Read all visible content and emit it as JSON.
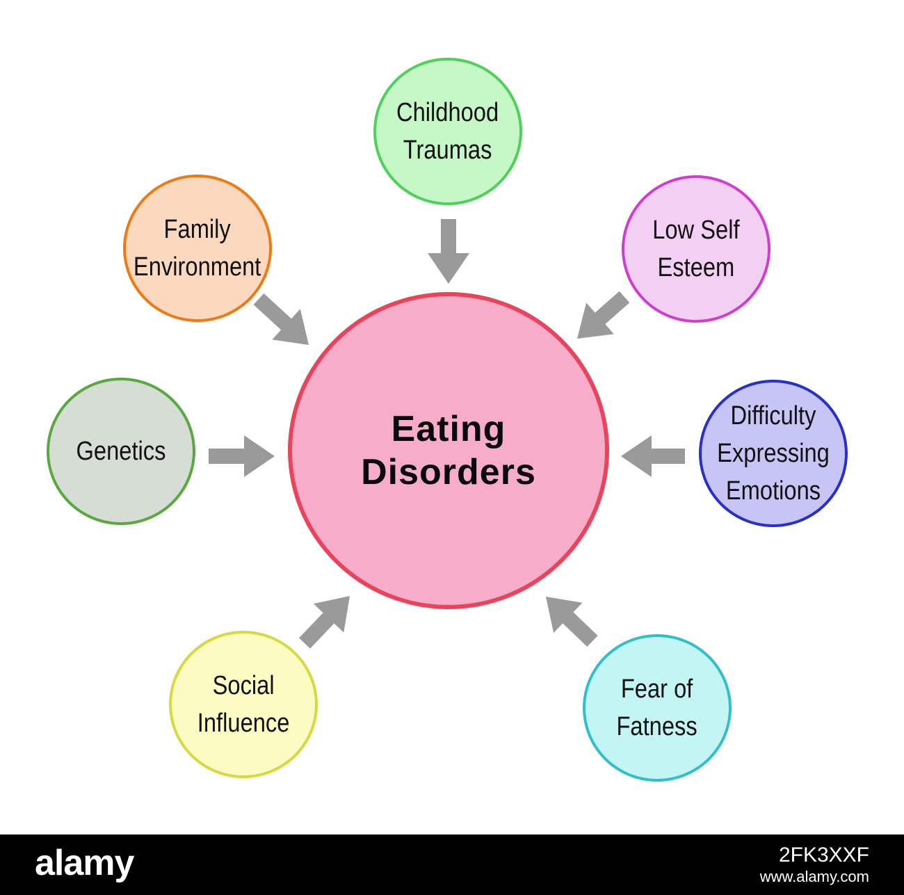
{
  "center": {
    "label": "Eating\nDisorders",
    "fill": "#f7adc9",
    "stroke": "#e8455c"
  },
  "factors": [
    {
      "id": "childhood-traumas",
      "label": "Childhood\nTraumas",
      "fill": "#c5f8c6",
      "stroke": "#4fd05a"
    },
    {
      "id": "low-self-esteem",
      "label": "Low Self\nEsteem",
      "fill": "#f4cff4",
      "stroke": "#d03dd0"
    },
    {
      "id": "difficulty-expressing-emotions",
      "label": "Difficulty\nExpressing\nEmotions",
      "fill": "#c7c5f6",
      "stroke": "#2730c8"
    },
    {
      "id": "fear-of-fatness",
      "label": "Fear of\nFatness",
      "fill": "#c3f5f5",
      "stroke": "#32bfc9"
    },
    {
      "id": "social-influence",
      "label": "Social\nInfluence",
      "fill": "#fbfbc2",
      "stroke": "#d4da40"
    },
    {
      "id": "genetics",
      "label": "Genetics",
      "fill": "#d5ddd5",
      "stroke": "#5aa840"
    },
    {
      "id": "family-environment",
      "label": "Family\nEnvironment",
      "fill": "#fbd9bf",
      "stroke": "#ee7a16"
    }
  ],
  "arrow_color": "#9a9a9a",
  "watermark": {
    "logo": "alamy",
    "image_id": "2FK3XXF",
    "url": "www.alamy.com"
  }
}
